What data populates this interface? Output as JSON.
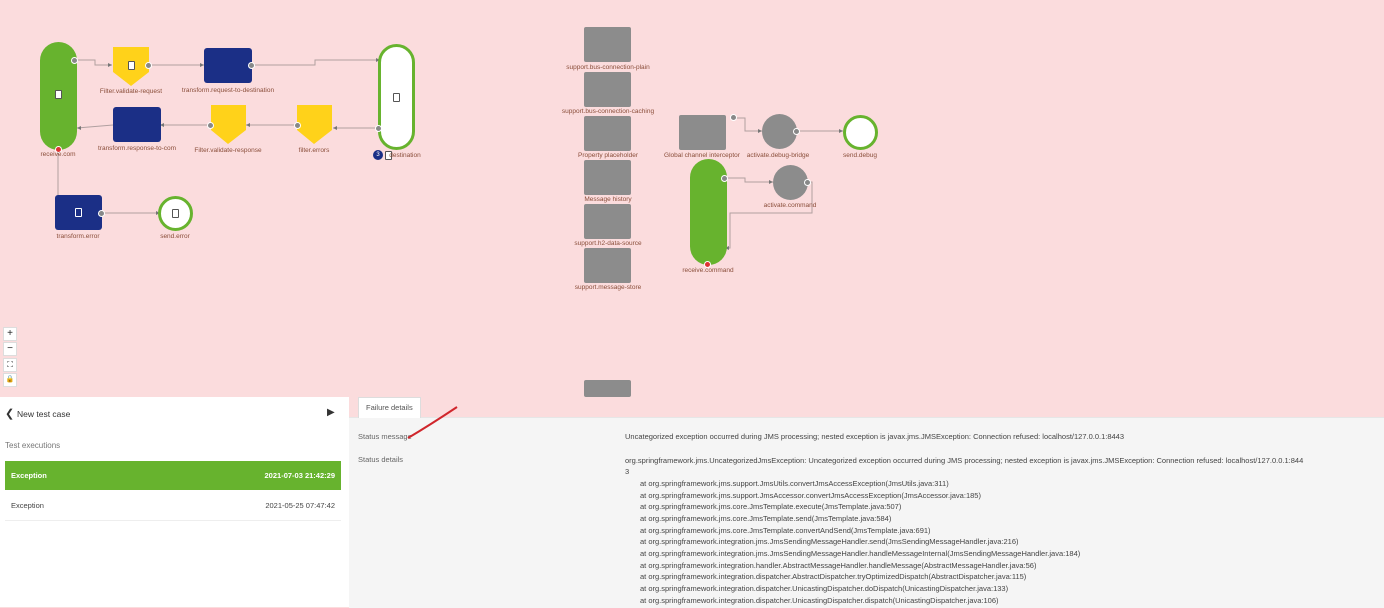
{
  "flow": {
    "nodes": {
      "receive_com": "receive.com",
      "filter_validate_request": "Filter.validate-request",
      "transform_request_to_destination": "transform.request-to-destination",
      "transform_response_to_com": "transform.response-to-com",
      "filter_validate_response": "Filter.validate-response",
      "filter_errors": "filter.errors",
      "destination": "destination",
      "destination_badge": "3",
      "transform_error": "transform.error",
      "send_error": "send.error",
      "support_bus_connection_plain": "support.bus-connection-plain",
      "support_bus_connection_caching": "support.bus-connection-caching",
      "property_placeholder": "Property placeholder",
      "message_history": "Message history",
      "support_h2_data_source": "support.h2-data-source",
      "support_message_store": "support.message-store",
      "global_channel_interceptor": "Global channel interceptor",
      "activate_debug_bridge": "activate.debug-bridge",
      "send_debug": "send.debug",
      "activate_command": "activate.command",
      "receive_command": "receive.command"
    }
  },
  "zoom_controls": {
    "plus": "+",
    "minus": "−",
    "fit": "⛶",
    "lock": "🔒"
  },
  "left_panel": {
    "title": "New test case",
    "section_title": "Test executions",
    "executions": [
      {
        "status": "Exception",
        "time": "2021-07-03 21:42:29"
      },
      {
        "status": "Exception",
        "time": "2021-05-25 07:47:42"
      }
    ]
  },
  "details": {
    "tab_label": "Failure details",
    "status_message_label": "Status message",
    "status_message": "Uncategorized exception occurred during JMS processing; nested exception is javax.jms.JMSException: Connection refused: localhost/127.0.0.1:8443",
    "status_details_label": "Status details",
    "status_details_head": "org.springframework.jms.UncategorizedJmsException: Uncategorized exception occurred during JMS processing; nested exception is javax.jms.JMSException: Connection refused: localhost/127.0.0.1:844",
    "status_details_wrap": "3",
    "trace": [
      "at org.springframework.jms.support.JmsUtils.convertJmsAccessException(JmsUtils.java:311)",
      "at org.springframework.jms.support.JmsAccessor.convertJmsAccessException(JmsAccessor.java:185)",
      "at org.springframework.jms.core.JmsTemplate.execute(JmsTemplate.java:507)",
      "at org.springframework.jms.core.JmsTemplate.send(JmsTemplate.java:584)",
      "at org.springframework.jms.core.JmsTemplate.convertAndSend(JmsTemplate.java:691)",
      "at org.springframework.integration.jms.JmsSendingMessageHandler.send(JmsSendingMessageHandler.java:216)",
      "at org.springframework.integration.jms.JmsSendingMessageHandler.handleMessageInternal(JmsSendingMessageHandler.java:184)",
      "at org.springframework.integration.handler.AbstractMessageHandler.handleMessage(AbstractMessageHandler.java:56)",
      "at org.springframework.integration.dispatcher.AbstractDispatcher.tryOptimizedDispatch(AbstractDispatcher.java:115)",
      "at org.springframework.integration.dispatcher.UnicastingDispatcher.doDispatch(UnicastingDispatcher.java:133)",
      "at org.springframework.integration.dispatcher.UnicastingDispatcher.dispatch(UnicastingDispatcher.java:106)"
    ]
  },
  "colors": {
    "canvas_bg": "#fbdcdd",
    "green": "#67b32e",
    "navy": "#1b2f86",
    "yellow": "#ffd21a",
    "gray": "#8c8c8c",
    "annotation_red": "#d0262c"
  }
}
